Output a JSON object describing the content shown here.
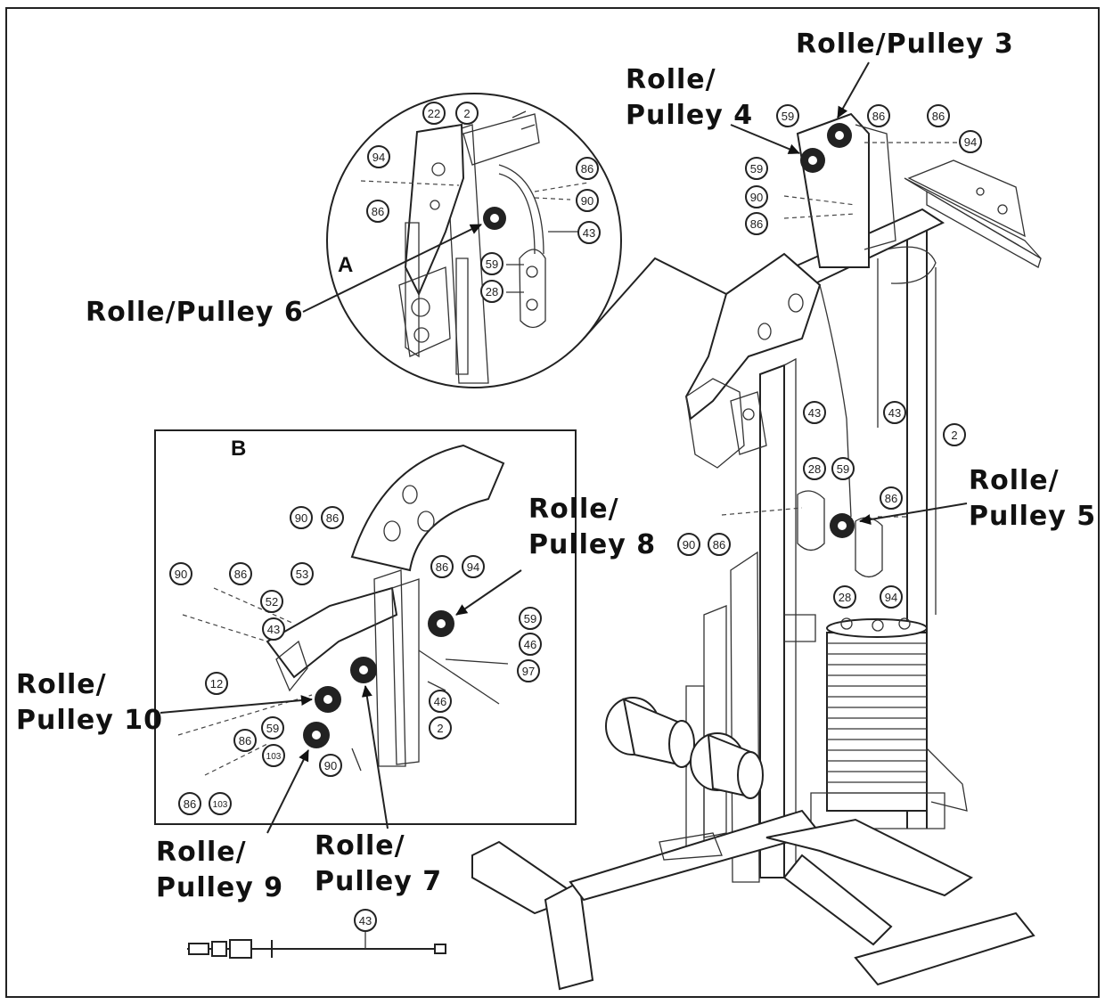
{
  "pulleys": {
    "p3": {
      "line1": "Rolle/Pulley 3",
      "line2": ""
    },
    "p4": {
      "line1": "Rolle/",
      "line2": "Pulley 4"
    },
    "p5": {
      "line1": "Rolle/",
      "line2": "Pulley 5"
    },
    "p6": {
      "line1": "Rolle/Pulley 6",
      "line2": ""
    },
    "p7": {
      "line1": "Rolle/",
      "line2": "Pulley 7"
    },
    "p8": {
      "line1": "Rolle/",
      "line2": "Pulley 8"
    },
    "p9": {
      "line1": "Rolle/",
      "line2": "Pulley 9"
    },
    "p10": {
      "line1": "Rolle/",
      "line2": "Pulley 10"
    }
  },
  "insets": {
    "a": "A",
    "b": "B"
  },
  "callouts": {
    "a_22": "22",
    "a_2": "2",
    "a_94": "94",
    "a_86a": "86",
    "a_86b": "86",
    "a_90": "90",
    "a_43": "43",
    "a_59": "59",
    "a_28": "28",
    "m_59a": "59",
    "m_59b": "59",
    "m_86a": "86",
    "m_86b": "86",
    "m_86c": "86",
    "m_94": "94",
    "m_90": "90",
    "m_43a": "43",
    "m_43b": "43",
    "m_2": "2",
    "m_28a": "28",
    "m_59c": "59",
    "m_86d": "86",
    "m_90b": "90",
    "m_86e": "86",
    "m_28b": "28",
    "m_94b": "94",
    "b_90a": "90",
    "b_86a": "86",
    "b_90b": "90",
    "b_86b": "86",
    "b_53": "53",
    "b_86c": "86",
    "b_94": "94",
    "b_52": "52",
    "b_43": "43",
    "b_59a": "59",
    "b_46a": "46",
    "b_97": "97",
    "b_46b": "46",
    "b_12": "12",
    "b_59b": "59",
    "b_86d": "86",
    "b_103a": "103",
    "b_2": "2",
    "b_90c": "90",
    "b_86e": "86",
    "b_103b": "103",
    "cable_43": "43"
  }
}
